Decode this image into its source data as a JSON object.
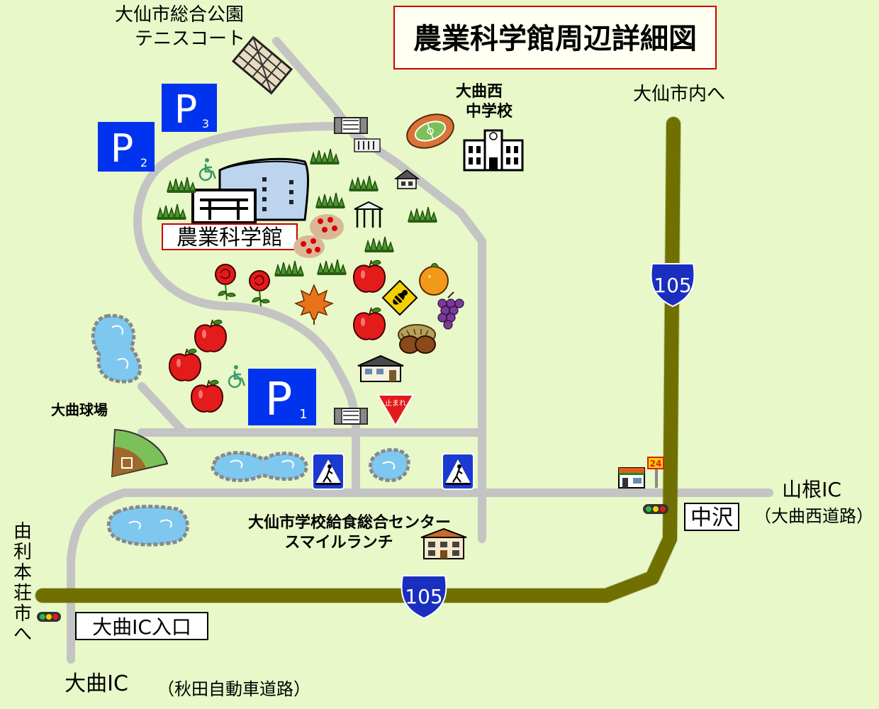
{
  "title": "農業科学館周辺詳細図",
  "colors": {
    "background": "#e8f8c8",
    "road": "#c4c4c4",
    "highway": "#7a7a00",
    "parking": "#0033ee",
    "route_sign": "#1a2fbf",
    "water": "#7ec8ef",
    "building_label_border": "#cc0000"
  },
  "routes": {
    "route_105_number": "105"
  },
  "parking": {
    "p1_letter": "P",
    "p1_number": "1",
    "p2_letter": "P",
    "p2_number": "2",
    "p3_letter": "P",
    "p3_number": "3"
  },
  "labels": {
    "tennis_line1": "大仙市総合公園",
    "tennis_line2": "テニスコート",
    "school_line1": "大曲西",
    "school_line2": "中学校",
    "to_daisen": "大仙市内へ",
    "museum": "農業科学館",
    "ballpark": "大曲球場",
    "lunch_center_line1": "大仙市学校給食総合センター",
    "lunch_center_line2": "スマイルランチ",
    "yamane_ic": "山根IC",
    "yamane_sub": "（大曲西道路）",
    "nakazawa": "中沢",
    "to_yurihonjo": "由利本荘市へ",
    "omagari_ic_entrance": "大曲IC入口",
    "omagari_ic": "大曲IC",
    "akita_expressway": "（秋田自動車道路）",
    "stop_sign": "止まれ",
    "convenience_24": "24"
  },
  "icons": [
    "tennis-court-icon",
    "stadium-track-icon",
    "school-building-icon",
    "museum-building-icon",
    "wheelchair-icon",
    "grass-icon",
    "flower-bed-icon",
    "rose-icon",
    "maple-leaf-icon",
    "apple-icon",
    "orange-icon",
    "grape-icon",
    "chestnut-icon",
    "bee-warning-icon",
    "house-icon",
    "arbor-icon",
    "gate-icon",
    "pond-icon",
    "baseball-field-icon",
    "crosswalk-sign-icon",
    "stop-sign-icon",
    "convenience-store-icon",
    "traffic-light-icon"
  ]
}
